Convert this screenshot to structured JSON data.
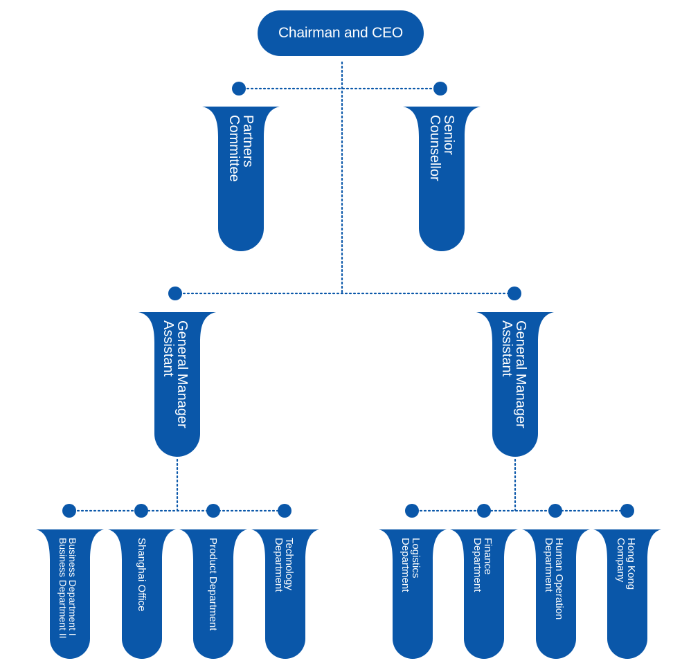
{
  "colors": {
    "primary": "#0a57a9",
    "dots_line": "#0a57a9",
    "text": "#ffffff",
    "background": "#ffffff"
  },
  "root": {
    "label": "Chairman and CEO"
  },
  "advisors": [
    {
      "lines": [
        "Partners",
        "Committee"
      ]
    },
    {
      "lines": [
        "Senior",
        "Counsellor"
      ]
    }
  ],
  "managers": [
    {
      "lines": [
        "General Manager",
        "Assistant"
      ],
      "departments": [
        {
          "lines": [
            "Business Department I",
            "Business Department II"
          ]
        },
        {
          "lines": [
            "Shanghai Office"
          ]
        },
        {
          "lines": [
            "Product Department"
          ]
        },
        {
          "lines": [
            "Technology",
            "Department"
          ]
        }
      ]
    },
    {
      "lines": [
        "General Manager",
        "Assistant"
      ],
      "departments": [
        {
          "lines": [
            "Logistics",
            "Department"
          ]
        },
        {
          "lines": [
            "Finance",
            "Department"
          ]
        },
        {
          "lines": [
            "Human Operation",
            "Department"
          ]
        },
        {
          "lines": [
            "Hong Kong",
            "Company"
          ]
        }
      ]
    }
  ]
}
